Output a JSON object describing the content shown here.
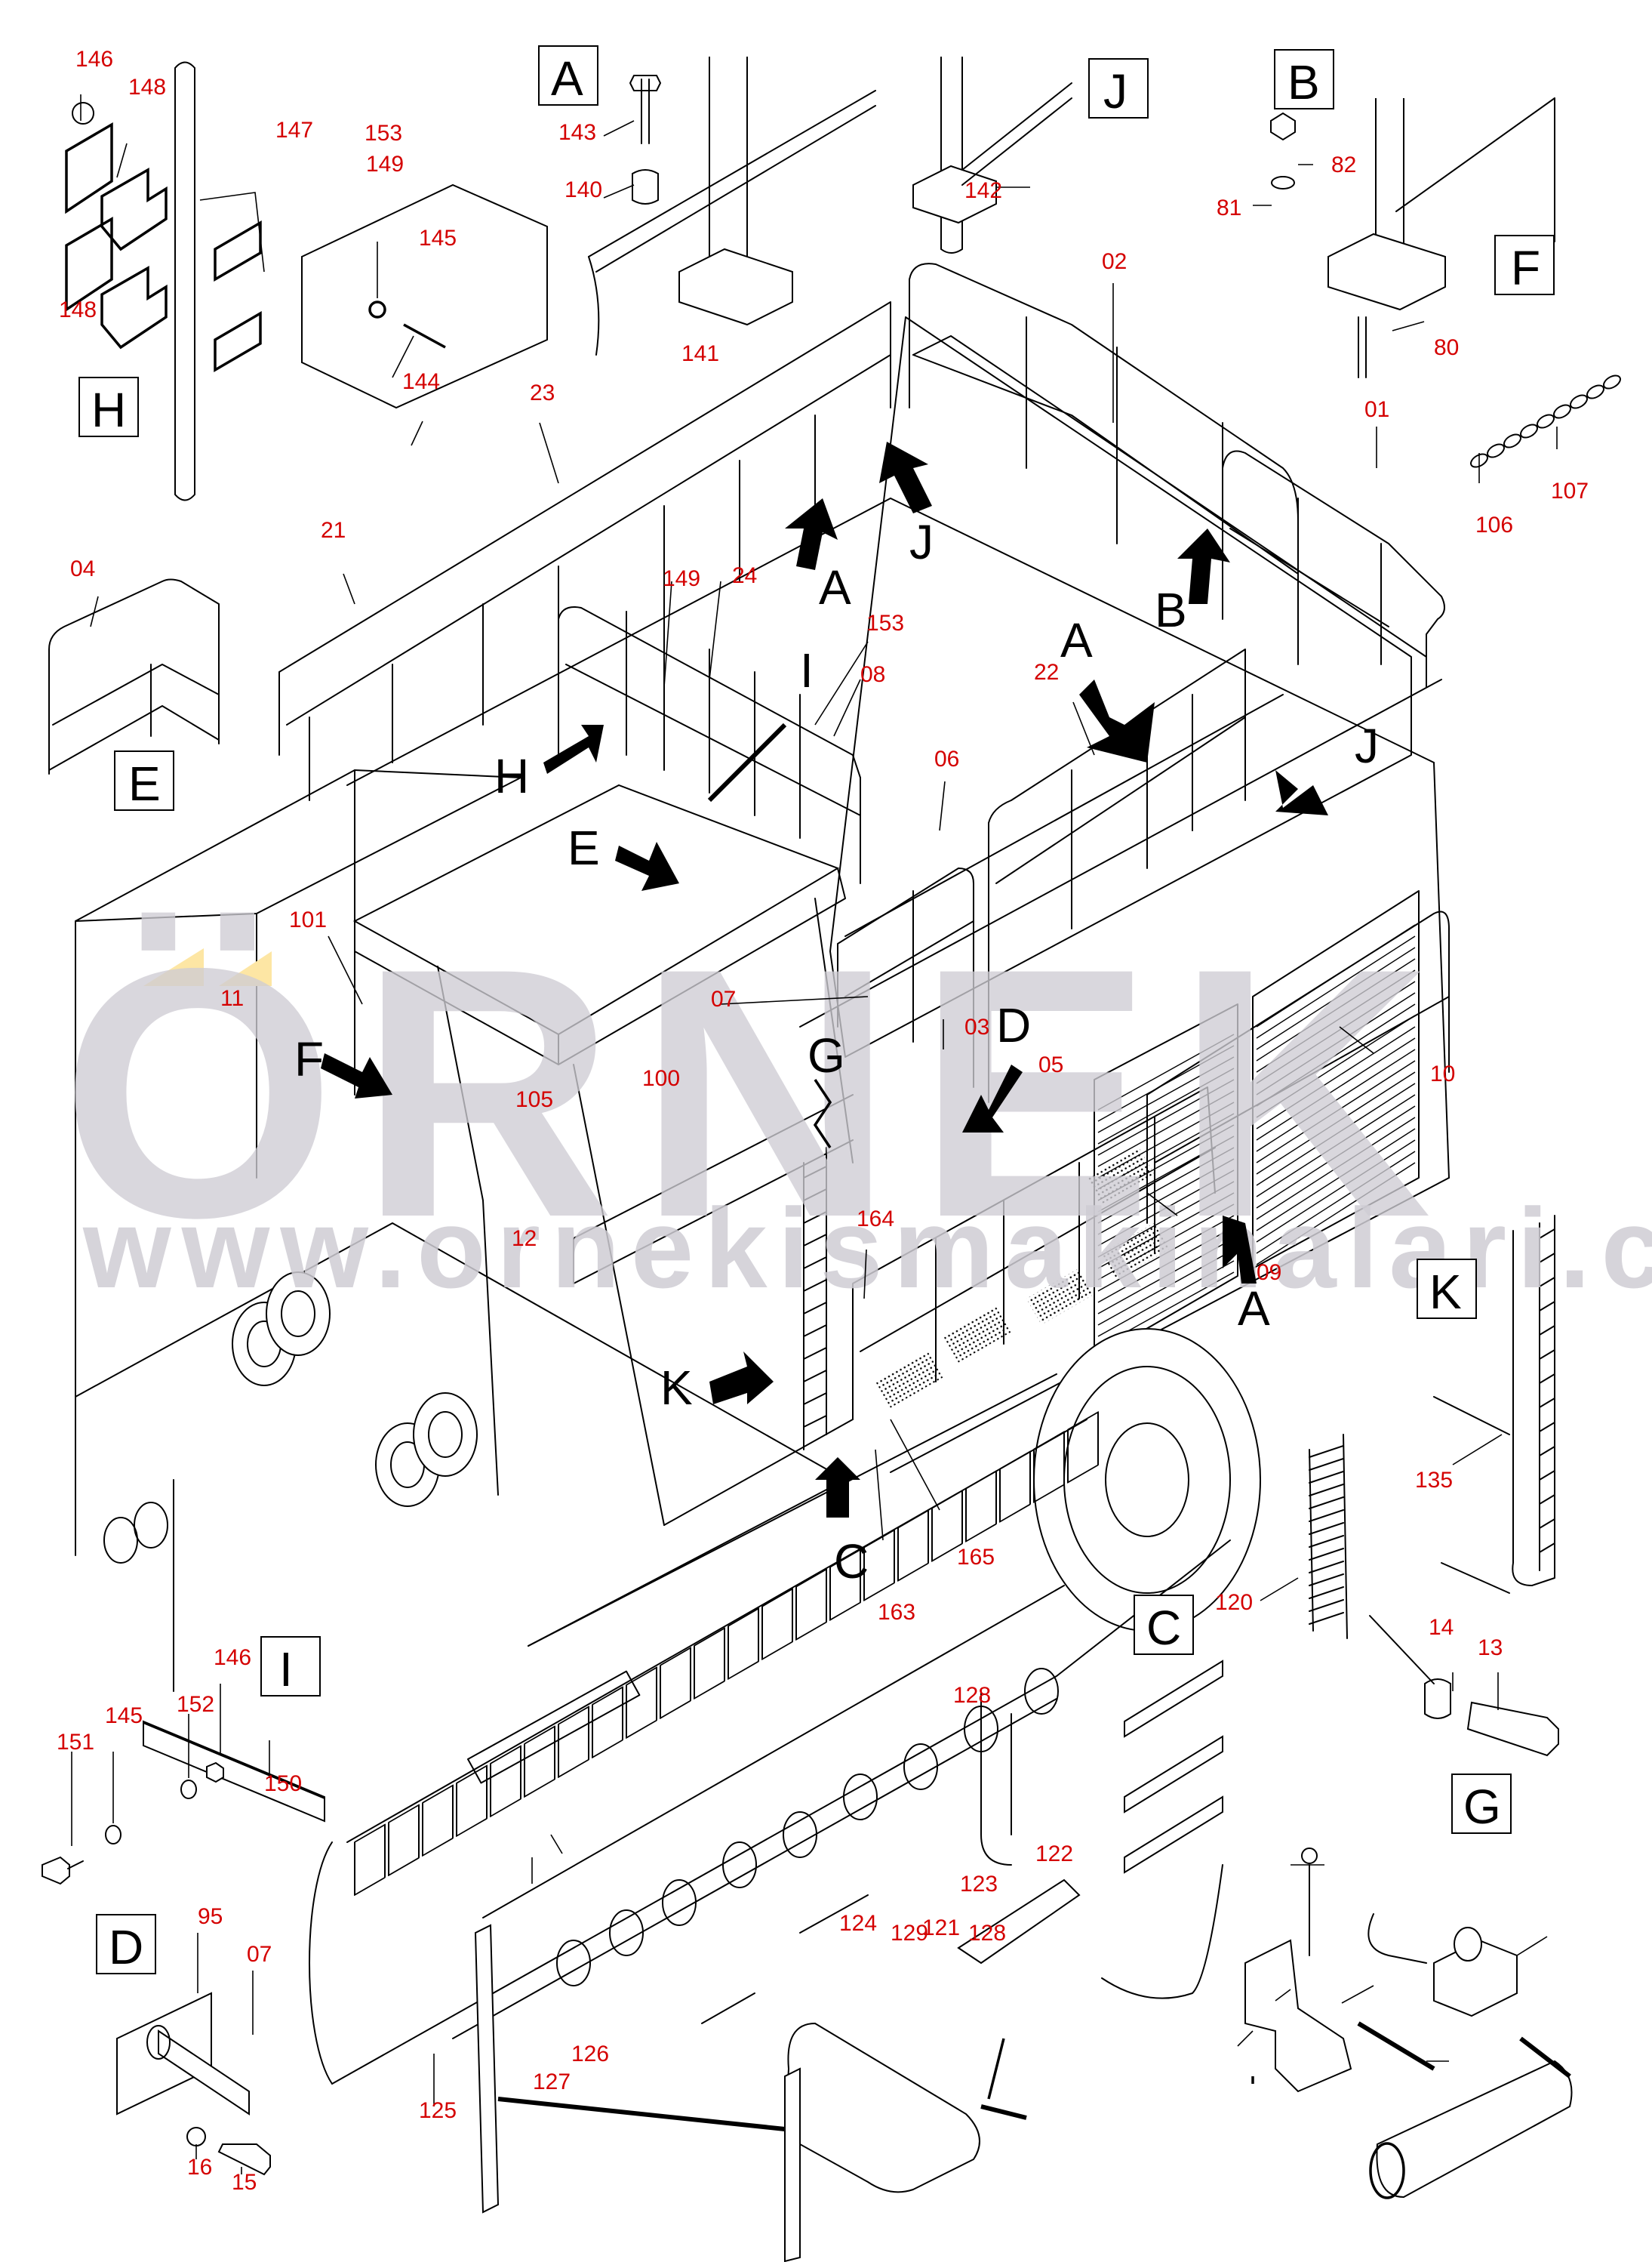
{
  "diagram": {
    "title": "Handrails, ladders and walkways — exploded parts view",
    "watermark": {
      "brand": "ÖRNEK",
      "url": "www.ornekismakinalari.com.tr",
      "brand_color": "#cfcdd4",
      "accent_color": "#fde6a4"
    },
    "label_color": "#d40000",
    "detail_views": [
      {
        "id": "A",
        "label": "A",
        "parts": [
          "143",
          "140",
          "141"
        ]
      },
      {
        "id": "B",
        "label": "B",
        "parts": [
          "82",
          "81",
          "80",
          "01"
        ]
      },
      {
        "id": "C",
        "label": "C",
        "parts": [
          "124",
          "125",
          "126",
          "127"
        ]
      },
      {
        "id": "D",
        "label": "D",
        "parts": [
          "95",
          "07",
          "16",
          "15"
        ]
      },
      {
        "id": "E",
        "label": "E",
        "parts": [
          "04"
        ]
      },
      {
        "id": "F",
        "label": "F",
        "parts": [
          "106",
          "107"
        ]
      },
      {
        "id": "G",
        "label": "G",
        "parts": [
          "128",
          "121",
          "122",
          "123",
          "129"
        ]
      },
      {
        "id": "H",
        "label": "H",
        "parts": [
          "146",
          "148",
          "147",
          "153",
          "149",
          "145",
          "144"
        ]
      },
      {
        "id": "I",
        "label": "I",
        "parts": [
          "146",
          "152",
          "145",
          "151",
          "150"
        ]
      },
      {
        "id": "J",
        "label": "J",
        "parts": [
          "142"
        ]
      },
      {
        "id": "K",
        "label": "K",
        "parts": [
          "135",
          "14",
          "13",
          "120"
        ]
      }
    ],
    "view_arrows": [
      {
        "letter": "A",
        "pos": "upper-left-railing"
      },
      {
        "letter": "J",
        "pos": "upper-corner"
      },
      {
        "letter": "B",
        "pos": "upper-right-railing"
      },
      {
        "letter": "A",
        "pos": "right-railing"
      },
      {
        "letter": "J",
        "pos": "right-platform"
      },
      {
        "letter": "H",
        "pos": "cab-roof-left"
      },
      {
        "letter": "E",
        "pos": "cab-roof"
      },
      {
        "letter": "I",
        "pos": "cab-railing"
      },
      {
        "letter": "F",
        "pos": "left-chain"
      },
      {
        "letter": "G",
        "pos": "center-hook"
      },
      {
        "letter": "D",
        "pos": "center-pin"
      },
      {
        "letter": "A",
        "pos": "lower-walkway"
      },
      {
        "letter": "K",
        "pos": "ladder"
      },
      {
        "letter": "C",
        "pos": "ladder-bottom"
      }
    ],
    "part_labels": {
      "p146a": "146",
      "p148a": "148",
      "p147": "147",
      "p153a": "153",
      "p149a": "149",
      "p145a": "145",
      "p144": "144",
      "p148b": "148",
      "p23": "23",
      "p143": "143",
      "p140": "140",
      "p141": "141",
      "p142": "142",
      "p82": "82",
      "p81": "81",
      "p80": "80",
      "p01": "01",
      "p02": "02",
      "p107": "107",
      "p106": "106",
      "p04": "04",
      "p21": "21",
      "p149b": "149",
      "p24": "24",
      "p153b": "153",
      "p08": "08",
      "p22": "22",
      "p06": "06",
      "p101": "101",
      "p11": "11",
      "p07a": "07",
      "p03": "03",
      "p05": "05",
      "p10": "10",
      "p100": "100",
      "p105": "105",
      "p12": "12",
      "p164": "164",
      "p09": "09",
      "p165": "165",
      "p163": "163",
      "p135": "135",
      "p120": "120",
      "p14": "14",
      "p13": "13",
      "p146b": "146",
      "p152": "152",
      "p145b": "145",
      "p151": "151",
      "p150": "150",
      "p95": "95",
      "p07b": "07",
      "p16": "16",
      "p15": "15",
      "p125": "125",
      "p127": "127",
      "p126": "126",
      "p124": "124",
      "p128a": "128",
      "p123": "123",
      "p122": "122",
      "p129": "129",
      "p121": "121",
      "p128b": "128"
    },
    "letters": {
      "A": "A",
      "B": "B",
      "C": "C",
      "D": "D",
      "E": "E",
      "F": "F",
      "G": "G",
      "H": "H",
      "I": "I",
      "J": "J",
      "K": "K"
    }
  }
}
